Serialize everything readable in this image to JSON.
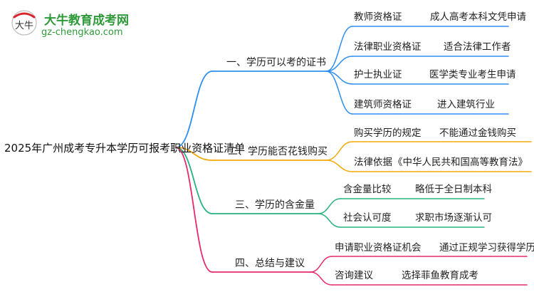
{
  "logo": {
    "mark_text": "大牛",
    "name": "大牛教育成考网",
    "url": "gz-chengkao.com"
  },
  "root": {
    "label": "2025年广州成考专升本学历可报考职业资格证清单"
  },
  "colors": {
    "branch1": "#2f8ff0",
    "branch2": "#f2a80a",
    "branch3": "#27b37f",
    "branch4": "#e8296e",
    "logo_green": "#2f9a3a",
    "logo_red": "#d9252b"
  },
  "branches": [
    {
      "label": "一、学历可以考的证书",
      "children": [
        {
          "left": "教师资格证",
          "right": "成人高考本科文凭申请"
        },
        {
          "left": "法律职业资格证",
          "right": "适合法律工作者"
        },
        {
          "left": "护士执业证",
          "right": "医学类专业考生申请"
        },
        {
          "left": "建筑师资格证",
          "right": "进入建筑行业"
        }
      ]
    },
    {
      "label": "二、学历能否花钱购买",
      "children": [
        {
          "left": "购买学历的规定",
          "right": "不能通过金钱购买"
        },
        {
          "left": "法律依据",
          "right": "《中华人民共和国高等教育法》"
        }
      ]
    },
    {
      "label": "三、学历的含金量",
      "children": [
        {
          "left": "含金量比较",
          "right": "略低于全日制本科"
        },
        {
          "left": "社会认可度",
          "right": "求职市场逐渐认可"
        }
      ]
    },
    {
      "label": "四、总结与建议",
      "children": [
        {
          "left": "申请职业资格证机会",
          "right": "通过正规学习获得学历"
        },
        {
          "left": "咨询建议",
          "right": "选择菲鱼教育成考"
        }
      ]
    }
  ]
}
